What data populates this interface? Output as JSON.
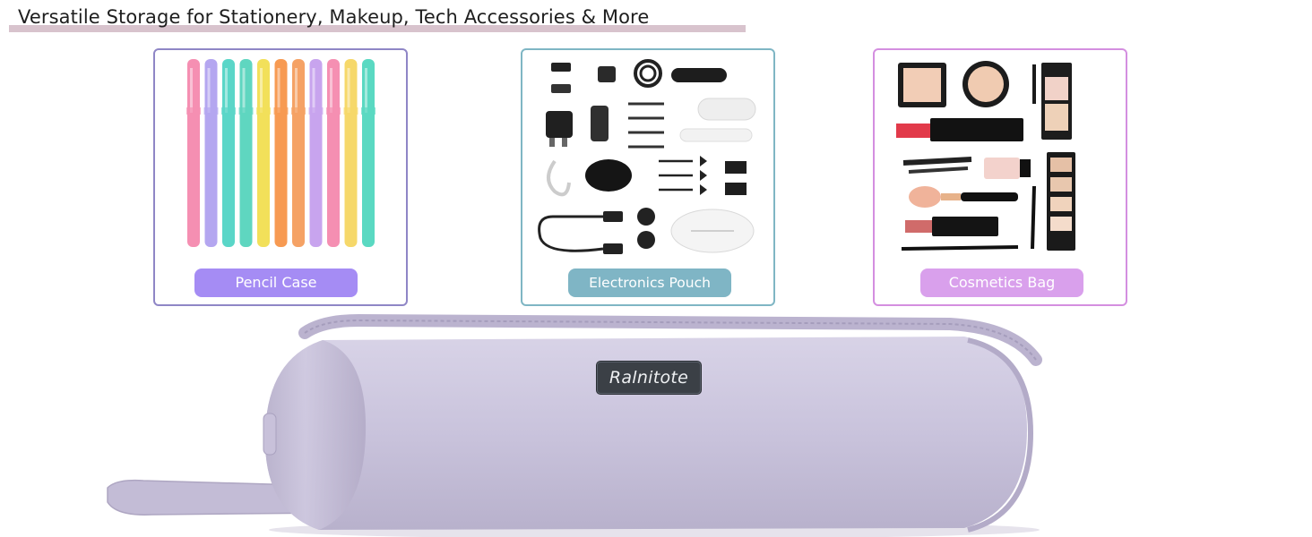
{
  "headline": "Versatile Storage for Stationery, Makeup, Tech Accessories & More",
  "cards": [
    {
      "label": "Pencil Case",
      "border_color": "#8f86c6",
      "pill_color": "#a58cf4"
    },
    {
      "label": "Electronics Pouch",
      "border_color": "#7fb6c4",
      "pill_color": "#7fb5c5"
    },
    {
      "label": "Cosmetics Bag",
      "border_color": "#d48fe0",
      "pill_color": "#d9a0ec"
    }
  ],
  "product": {
    "brand_label": "Ralnitote",
    "color": "#c9c3dc"
  },
  "pen_colors": [
    "#f58fb2",
    "#b4a6f0",
    "#5ad6c8",
    "#5fd6c0",
    "#f2e05a",
    "#f79a52",
    "#f5a265",
    "#c8a4ee",
    "#f58fb2",
    "#f6d86a",
    "#5ad9c2"
  ]
}
